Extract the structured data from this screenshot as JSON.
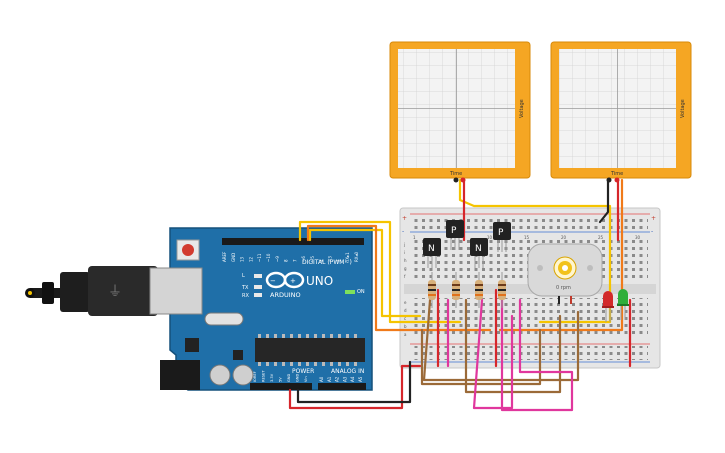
{
  "oscilloscopes": [
    {
      "x_label": "Time",
      "y_label": "Voltage"
    },
    {
      "x_label": "Time",
      "y_label": "Voltage"
    }
  ],
  "transistors": [
    {
      "label": "N"
    },
    {
      "label": "P"
    },
    {
      "label": "N"
    },
    {
      "label": "P"
    }
  ],
  "motor": {
    "readout": "0 rpm"
  },
  "arduino": {
    "brand": "ARDUINO",
    "model": "UNO",
    "digital_header": "DIGITAL (PWM~)",
    "power_header": "POWER",
    "analog_header": "ANALOG IN",
    "on_label": "ON",
    "tx_label": "TX",
    "rx_label": "RX",
    "l_label": "L",
    "top_pins": [
      "AREF",
      "GND",
      "13",
      "12",
      "~11",
      "~10",
      "~9",
      "8",
      "7",
      "~6",
      "~5",
      "4",
      "~3",
      "2",
      "TX▸1",
      "RX◂0"
    ],
    "power_pins": [
      "IOREF",
      "RESET",
      "3.3V",
      "5V",
      "GND",
      "GND",
      "Vin"
    ],
    "analog_pins": [
      "A0",
      "A1",
      "A2",
      "A3",
      "A4",
      "A5"
    ]
  },
  "breadboard": {
    "rail_marks": [
      "+",
      "-"
    ],
    "column_numbers": [
      "1",
      "5",
      "10",
      "15",
      "20",
      "25",
      "30"
    ],
    "row_letters_top": [
      "j",
      "i",
      "h",
      "g",
      "f"
    ],
    "row_letters_bottom": [
      "e",
      "d",
      "c",
      "b",
      "a"
    ]
  },
  "colors": {
    "scope_frame": "#f5a623",
    "scope_screen": "#f3f3f3",
    "board_blue": "#1f6fa8",
    "wire_yellow": "#f5c400",
    "wire_orange": "#f07a1a",
    "wire_magenta": "#e0379d",
    "wire_brown": "#9b6a38",
    "wire_red": "#d6262b",
    "wire_black": "#222222",
    "led_red": "#d22a2a",
    "led_green": "#2fae3a",
    "motor_body": "#d9d9d9",
    "motor_gear": "#f2c21b"
  }
}
